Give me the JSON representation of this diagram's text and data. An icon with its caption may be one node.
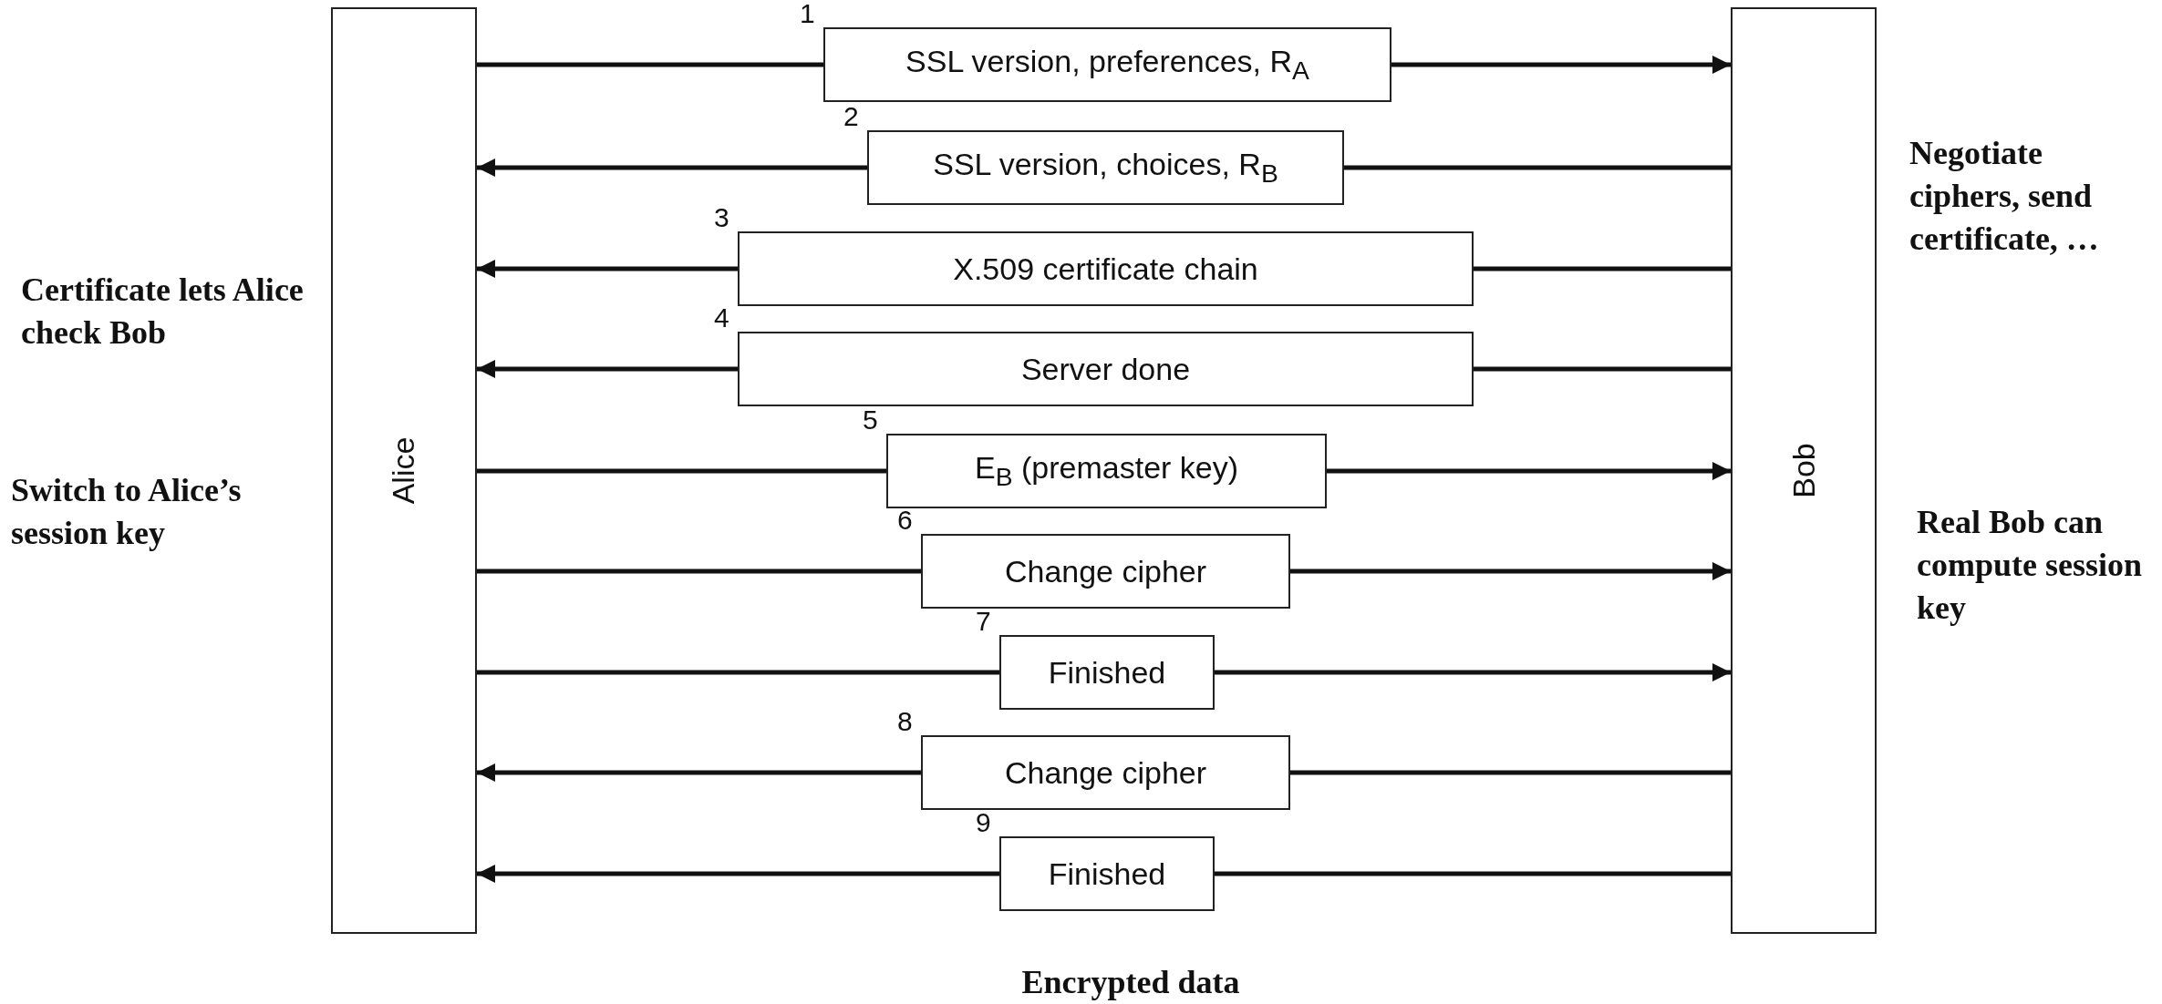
{
  "diagram": {
    "nodes": [
      {
        "text": [
          "Alice"
        ]
      },
      {
        "text": [
          "Bob"
        ]
      },
      {
        "text": [
          "SSL version, preferences, R$_{A}$"
        ],
        "beside": [
          "1"
        ]
      },
      {
        "text": [
          "SSL version, choices, R$_{B}$"
        ],
        "beside": [
          "2"
        ]
      },
      {
        "text": [
          "X.509 certificate chain"
        ],
        "beside": [
          "3"
        ]
      },
      {
        "text": [
          "Server done"
        ],
        "beside": [
          "4"
        ]
      },
      {
        "text": [
          "E$_{B}$ (premaster key)"
        ],
        "beside": [
          "5"
        ]
      },
      {
        "text": [
          "Change cipher"
        ],
        "beside": [
          "6"
        ]
      },
      {
        "text": [
          "Finished"
        ],
        "beside": [
          "7"
        ]
      },
      {
        "text": [
          "Change cipher"
        ],
        "beside": [
          "8"
        ]
      },
      {
        "text": [
          "Finished"
        ],
        "beside": [
          "9"
        ]
      }
    ],
    "edges": [
      {
        "from": 0,
        "to": 2,
        "arrow": "none"
      },
      {
        "from": 2,
        "to": 1,
        "arrow": "to"
      },
      {
        "from": 1,
        "to": 3,
        "arrow": "none"
      },
      {
        "from": 3,
        "to": 0,
        "arrow": "to"
      },
      {
        "from": 1,
        "to": 4,
        "arrow": "none"
      },
      {
        "from": 4,
        "to": 0,
        "arrow": "to"
      },
      {
        "from": 1,
        "to": 5,
        "arrow": "none"
      },
      {
        "from": 5,
        "to": 0,
        "arrow": "to"
      },
      {
        "from": 0,
        "to": 6,
        "arrow": "none"
      },
      {
        "from": 6,
        "to": 1,
        "arrow": "to"
      },
      {
        "from": 0,
        "to": 7,
        "arrow": "none"
      },
      {
        "from": 7,
        "to": 1,
        "arrow": "to"
      },
      {
        "from": 0,
        "to": 8,
        "arrow": "none"
      },
      {
        "from": 8,
        "to": 1,
        "arrow": "to"
      },
      {
        "from": 1,
        "to": 9,
        "arrow": "none"
      },
      {
        "from": 9,
        "to": 0,
        "arrow": "to"
      },
      {
        "from": 1,
        "to": 10,
        "arrow": "none"
      },
      {
        "from": 10,
        "to": 0,
        "arrow": "to"
      }
    ],
    "labels": [
      "Negotiate ciphers, send certificate, …",
      "Certificate lets Alice check Bob",
      "Switch to Alice’s session key",
      "Real Bob can compute session key",
      "Encrypted data"
    ]
  }
}
